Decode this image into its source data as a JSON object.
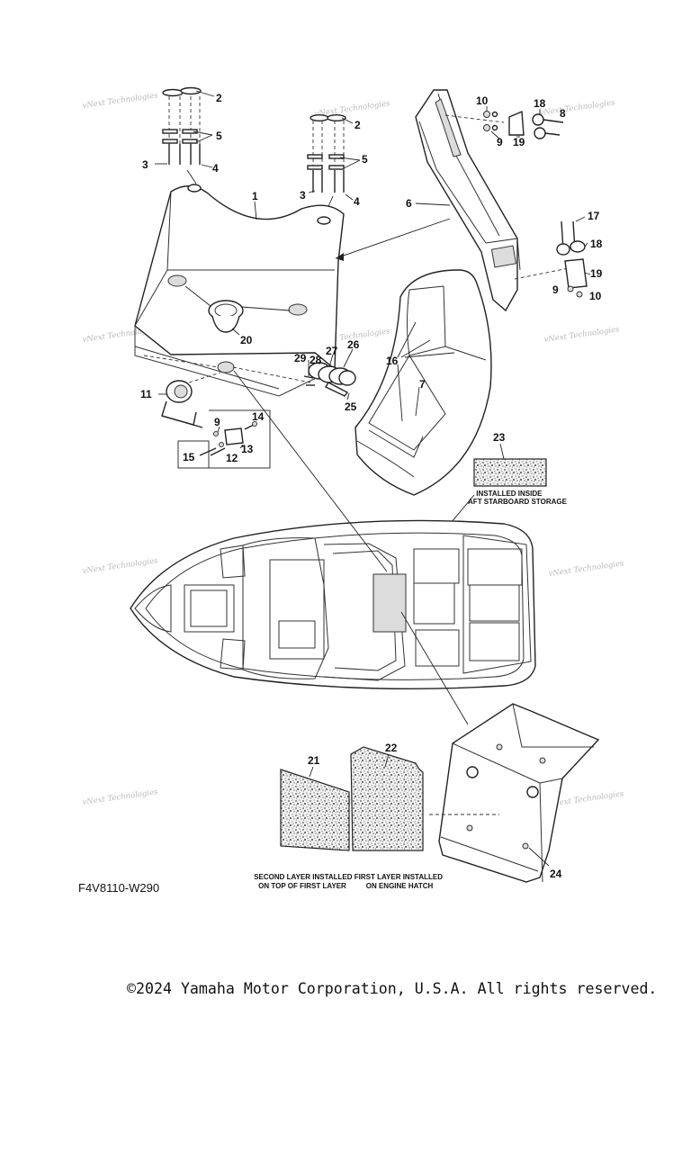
{
  "diagram": {
    "callouts": [
      "1",
      "2",
      "3",
      "4",
      "5",
      "6",
      "7",
      "8",
      "9",
      "10",
      "11",
      "12",
      "13",
      "14",
      "15",
      "16",
      "17",
      "18",
      "19",
      "20",
      "21",
      "22",
      "23",
      "24",
      "25",
      "26",
      "27",
      "28",
      "29"
    ],
    "notes": {
      "part_23": "INSTALLED INSIDE\nAFT STARBOARD STORAGE",
      "part_21": "SECOND LAYER INSTALLED\nON TOP OF FIRST LAYER",
      "part_22": "FIRST LAYER INSTALLED\nON ENGINE HATCH"
    },
    "diagram_code": "F4V8110-W290",
    "watermark": "vNext Technologies"
  },
  "footer": {
    "copyright": "©2024 Yamaha Motor Corporation, U.S.A. All rights reserved."
  }
}
